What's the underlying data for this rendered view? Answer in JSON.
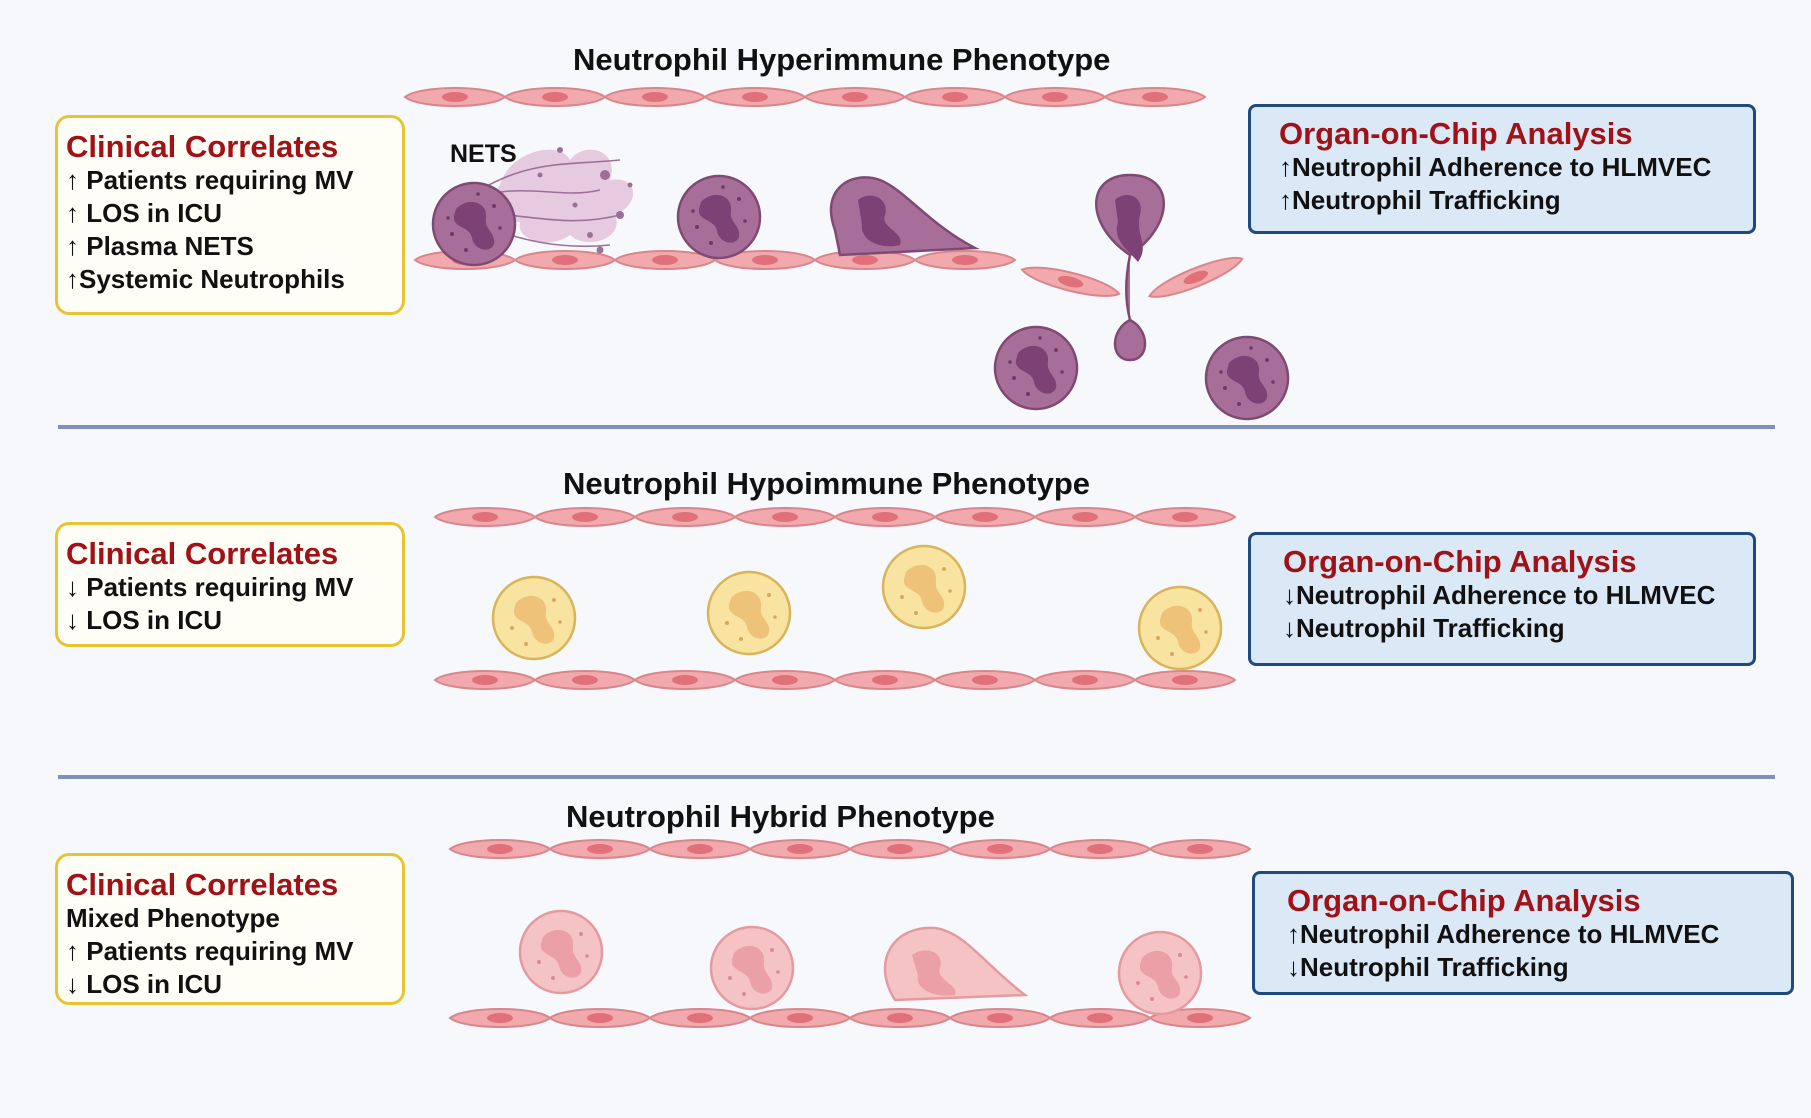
{
  "panels": [
    {
      "title": "Neutrophil Hyperimmune Phenotype",
      "clinical": {
        "heading": "Clinical Correlates",
        "lines": [
          "↑ Patients requiring MV",
          "↑ LOS in ICU",
          "↑ Plasma NETS",
          "↑Systemic Neutrophils"
        ]
      },
      "organ": {
        "heading": "Organ-on-Chip Analysis",
        "lines": [
          "↑Neutrophil Adherence to HLMVEC",
          "↑Neutrophil Trafficking"
        ]
      },
      "nets_label": "NETS"
    },
    {
      "title": "Neutrophil Hypoimmune Phenotype",
      "clinical": {
        "heading": "Clinical Correlates",
        "lines": [
          "↓ Patients requiring MV",
          "↓ LOS in ICU"
        ]
      },
      "organ": {
        "heading": "Organ-on-Chip Analysis",
        "lines": [
          "↓Neutrophil Adherence to HLMVEC",
          "↓Neutrophil Trafficking"
        ]
      }
    },
    {
      "title": "Neutrophil Hybrid Phenotype",
      "clinical": {
        "heading": "Clinical Correlates",
        "lines": [
          "Mixed Phenotype",
          "↑ Patients requiring MV",
          "↓ LOS in ICU"
        ]
      },
      "organ": {
        "heading": "Organ-on-Chip Analysis",
        "lines": [
          "↑Neutrophil Adherence to HLMVEC",
          "↓Neutrophil Trafficking"
        ]
      }
    }
  ],
  "colors": {
    "endothelium": "#f2a9ad",
    "endothelium_nucleus": "#e0707a",
    "hyper_cell": "#a86e9a",
    "hypo_cell": "#f8e3a0",
    "hybrid_cell": "#f6c3c4",
    "divider": "#8090b8",
    "clinical_border": "#e8c431",
    "organ_border": "#1f4a7e",
    "heading_red": "#a01218"
  }
}
